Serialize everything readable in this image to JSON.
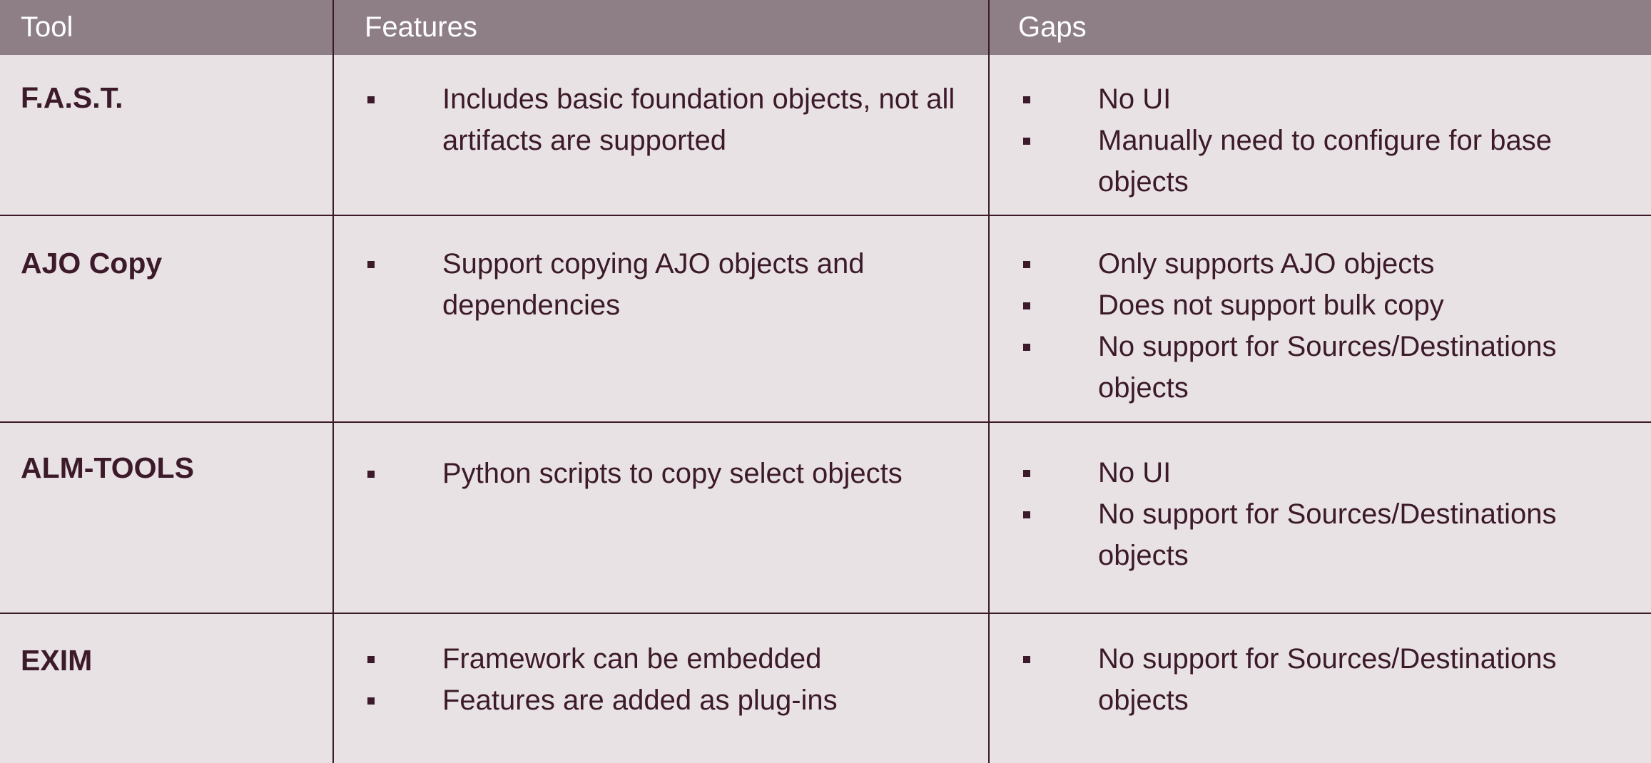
{
  "header": {
    "tool": "Tool",
    "features": "Features",
    "gaps": "Gaps"
  },
  "rows": [
    {
      "tool": "F.A.S.T.",
      "features": [
        "Includes basic foundation objects, not all artifacts are supported"
      ],
      "gaps": [
        "No UI",
        "Manually need to configure for base objects"
      ]
    },
    {
      "tool": "AJO Copy",
      "features": [
        "Support copying AJO objects and dependencies"
      ],
      "gaps": [
        "Only supports AJO objects",
        "Does not support bulk copy",
        "No support for Sources/Destinations objects"
      ]
    },
    {
      "tool": "ALM-TOOLS",
      "features": [
        "Python scripts to copy select objects"
      ],
      "gaps": [
        "No UI",
        "No support for Sources/Destinations objects"
      ]
    },
    {
      "tool": "EXIM",
      "features": [
        "Framework can be embedded",
        "Features are added as plug-ins"
      ],
      "gaps": [
        "No support for Sources/Destinations objects"
      ]
    }
  ],
  "colors": {
    "header_bg": "#8e7f87",
    "body_bg": "#e8e2e4",
    "text": "#3c1a2a",
    "header_text": "#ffffff"
  }
}
